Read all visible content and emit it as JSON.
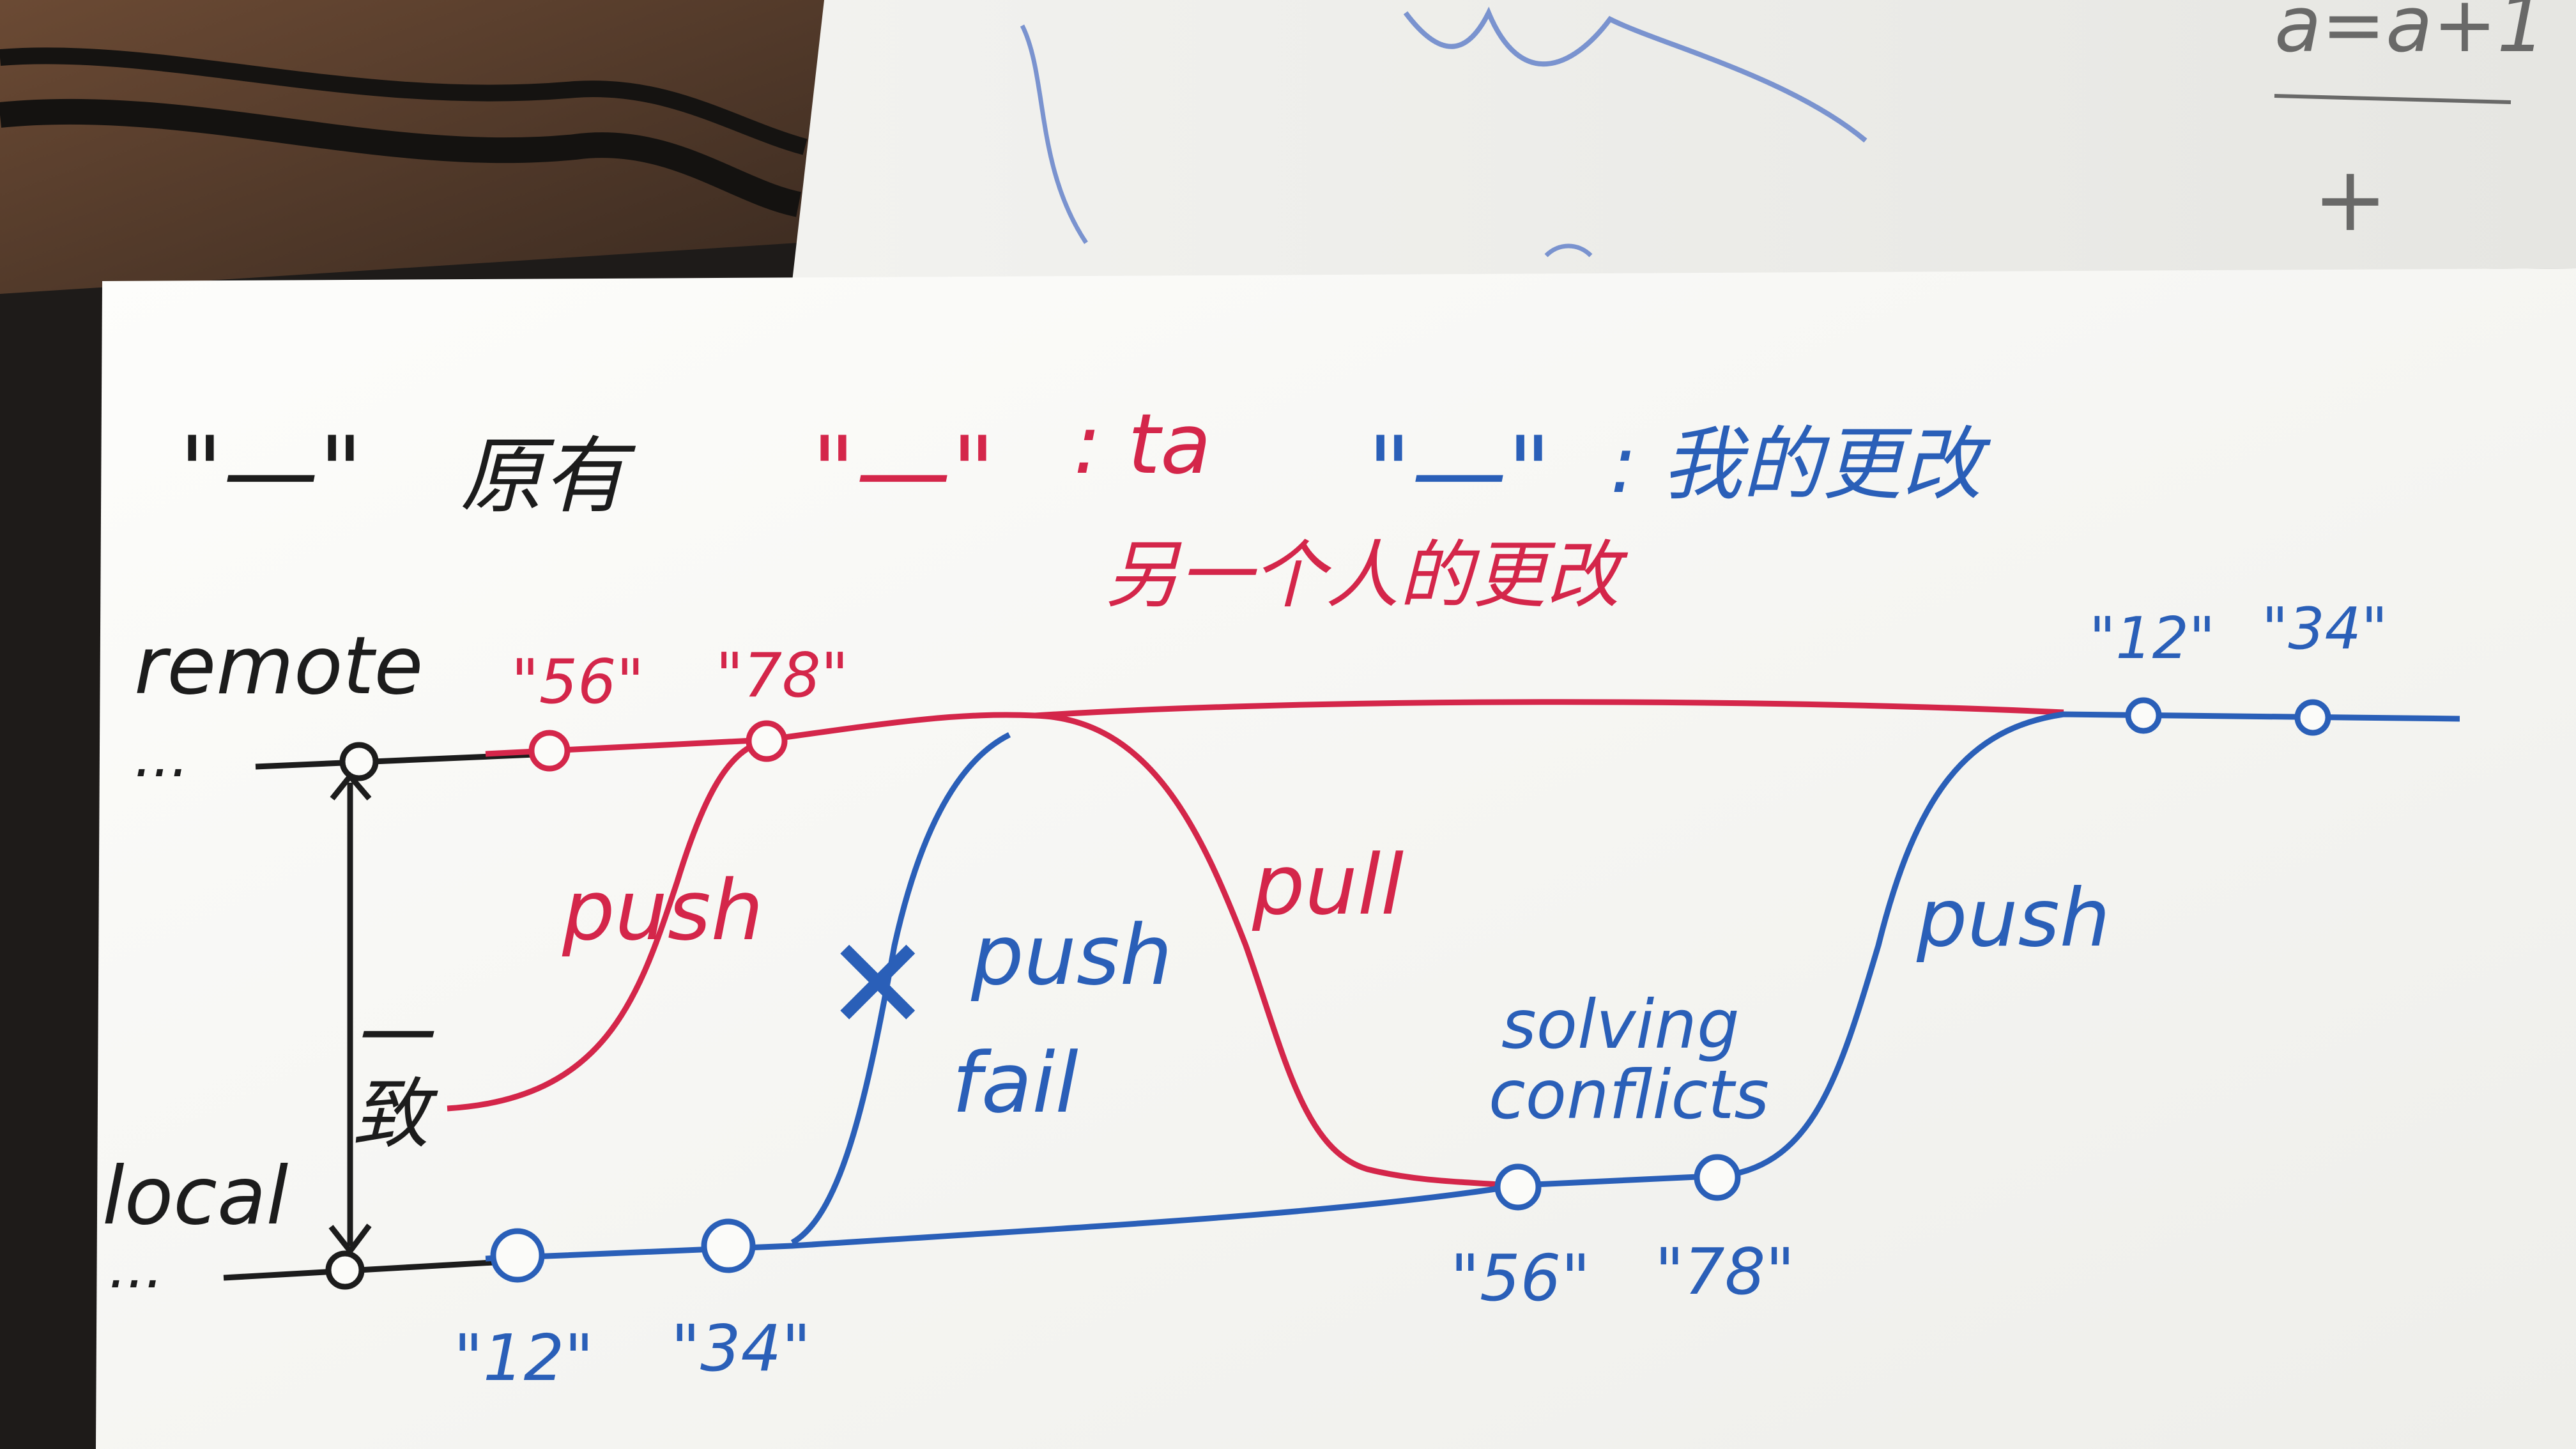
{
  "legend": {
    "original_quote": "\"—\"",
    "original_label": "原有",
    "ta_quote": "\"—\"",
    "ta_label": ": ta",
    "ta_sub": "另一个人的更改",
    "mine_quote": "\"—\"",
    "mine_label": ": 我的更改"
  },
  "branches": {
    "remote": "remote",
    "local": "local",
    "ellipsis": "...",
    "consistent": "一致"
  },
  "commits": {
    "remote_56": "\"56\"",
    "remote_78": "\"78\"",
    "local_12": "\"12\"",
    "local_34": "\"34\"",
    "local_56": "\"56\"",
    "local_78": "\"78\"",
    "remote_12": "\"12\"",
    "remote_34": "\"34\""
  },
  "actions": {
    "push_red": "push",
    "push_fail_cross": "✕",
    "push_fail_1": "push",
    "push_fail_2": "fail",
    "pull": "pull",
    "solving_1": "solving",
    "solving_2": "conflicts",
    "push_blue": "push"
  },
  "background_notes": {
    "formula": "a=a+1",
    "plus": "+"
  },
  "colors": {
    "original": "#1c1c1c",
    "ta": "#d4264a",
    "mine": "#2a5fb8",
    "paper": "#fbfbf9"
  }
}
